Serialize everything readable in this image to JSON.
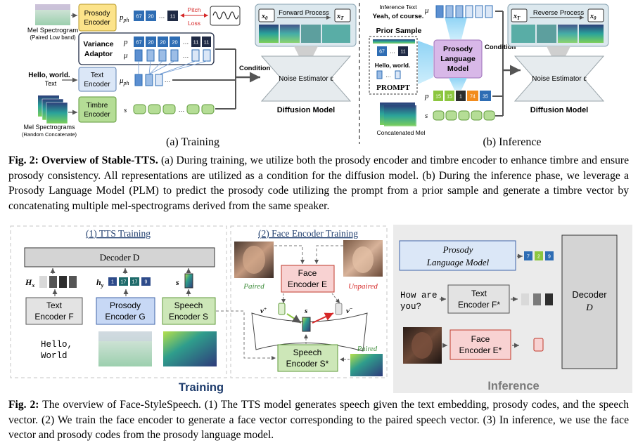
{
  "top": {
    "training": {
      "mel_low": "Mel Spectrogram",
      "mel_low_sub": "(Paired Low band)",
      "hello": "Hello, world.",
      "text_label": "Text",
      "mel_multi": "Mel Spectrograms",
      "mel_multi_sub": "(Random Concatenate)",
      "prosody_encoder": [
        "Prosody",
        "Encoder"
      ],
      "variance_adaptor": [
        "Variance",
        "Adaptor"
      ],
      "text_encoder": [
        "Text",
        "Encoder"
      ],
      "timbre_encoder": [
        "Timbre",
        "Encoder"
      ],
      "sym_pph": "p",
      "sym_pph_sub": "ph",
      "sym_p": "p",
      "sym_mu": "μ",
      "sym_muph": "μ",
      "sym_muph_sub": "ph",
      "sym_s": "s",
      "codes_pph": [
        "67",
        "20",
        "…",
        "11"
      ],
      "codes_p": [
        "67",
        "20",
        "20",
        "20",
        "…",
        "11",
        "11"
      ],
      "pitch_loss": [
        "Pitch",
        "Loss"
      ],
      "condition": "Condition",
      "forward_process": "Forward Process",
      "x0": "x",
      "x0_sub": "0",
      "xT": "x",
      "xT_sub": "T",
      "noise_estimator": "Noise Estimator ε",
      "diffusion_model": "Diffusion Model",
      "caption": "(a) Training"
    },
    "inference": {
      "inference_text": "Inference Text",
      "yeah": "Yeah, of course.",
      "prior_sample": "Prior Sample",
      "prior_codes": [
        "67",
        "…",
        "11"
      ],
      "hello": "Hello, world.",
      "prompt": "PROMPT",
      "concat_mel": "Concatenated Mel",
      "plm": [
        "Prosody",
        "Language",
        "Model"
      ],
      "sym_mu": "μ",
      "sym_p": "p",
      "sym_s": "s",
      "codes_p": [
        "15",
        "15",
        "1",
        "74",
        "35"
      ],
      "condition": "Condition",
      "reverse_process": "Reverse Process",
      "xT": "x",
      "xT_sub": "T",
      "x0": "x",
      "x0_sub": "0",
      "noise_estimator": "Noise Estimator ε",
      "diffusion_model": "Diffusion Model",
      "caption": "(b) Inference"
    },
    "fig_caption": {
      "lead": "Fig. 2: Overview of Stable-TTS.",
      "body": " (a) During training, we utilize both the prosody encoder and timbre encoder to enhance timbre and ensure prosody consistency. All representations are utilized as a condition for the diffusion model. (b) During the inference phase, we leverage a Prosody Language Model (PLM) to predict the prosody code utilizing the prompt from a prior sample and generate a timbre vector by concatenating multiple mel-spectrograms derived from the same speaker."
    }
  },
  "bottom": {
    "tts_training": "(1) TTS Training",
    "face_training": "(2) Face Encoder Training",
    "decoder": "Decoder D",
    "hx": "H",
    "hx_sub": "x",
    "hy": "h",
    "hy_sub": "y",
    "hy_codes": [
      "1",
      "17",
      "17",
      "9"
    ],
    "s": "s",
    "text_encoder": [
      "Text",
      "Encoder F"
    ],
    "prosody_encoder": [
      "Prosody",
      "Encoder G"
    ],
    "speech_encoder": [
      "Speech",
      "Encoder S"
    ],
    "hello_world": [
      "Hello,",
      "World"
    ],
    "training_label": "Training",
    "paired": "Paired",
    "unpaired": "Unpaired",
    "face_encoder": [
      "Face",
      "Encoder E"
    ],
    "v_plus": "v",
    "v_plus_sup": "+",
    "v_minus": "v",
    "v_minus_sup": "−",
    "speech_encoder_star": [
      "Speech",
      "Encoder S*"
    ],
    "paired2": "Paired",
    "plm": [
      "Prosody",
      "Language Model"
    ],
    "plm_codes": [
      "7",
      "2",
      "9"
    ],
    "how_are_you": [
      "How are",
      "you?"
    ],
    "text_encoder_star": [
      "Text",
      "Encoder F*"
    ],
    "face_encoder_star": [
      "Face",
      "Encoder E*"
    ],
    "decoder2": [
      "Decoder",
      "D"
    ],
    "inference_label": "Inference",
    "fig_caption": {
      "lead": "Fig. 2:",
      "body": " The overview of Face-StyleSpeech. (1) The TTS model generates speech given the text embedding, prosody codes, and the speech vector. (2) We train the face encoder to generate a face vector corresponding to the paired speech vector. (3) In inference, we use the face vector and prosody codes from the prosody language model."
    }
  },
  "colors": {
    "prosody_yellow": "#fce38a",
    "adaptor_blue": "#dbe7f7",
    "code_blue": "#2e6db4",
    "code_dark": "#1f2a44",
    "timbre_green": "#b5dd96",
    "bar_green": "#cde7b8",
    "face_red": "#f8d2d2",
    "gray_panel": "#e8e8e8",
    "heading_blue": "#1f3d6d",
    "pitch_red": "#d62828"
  }
}
